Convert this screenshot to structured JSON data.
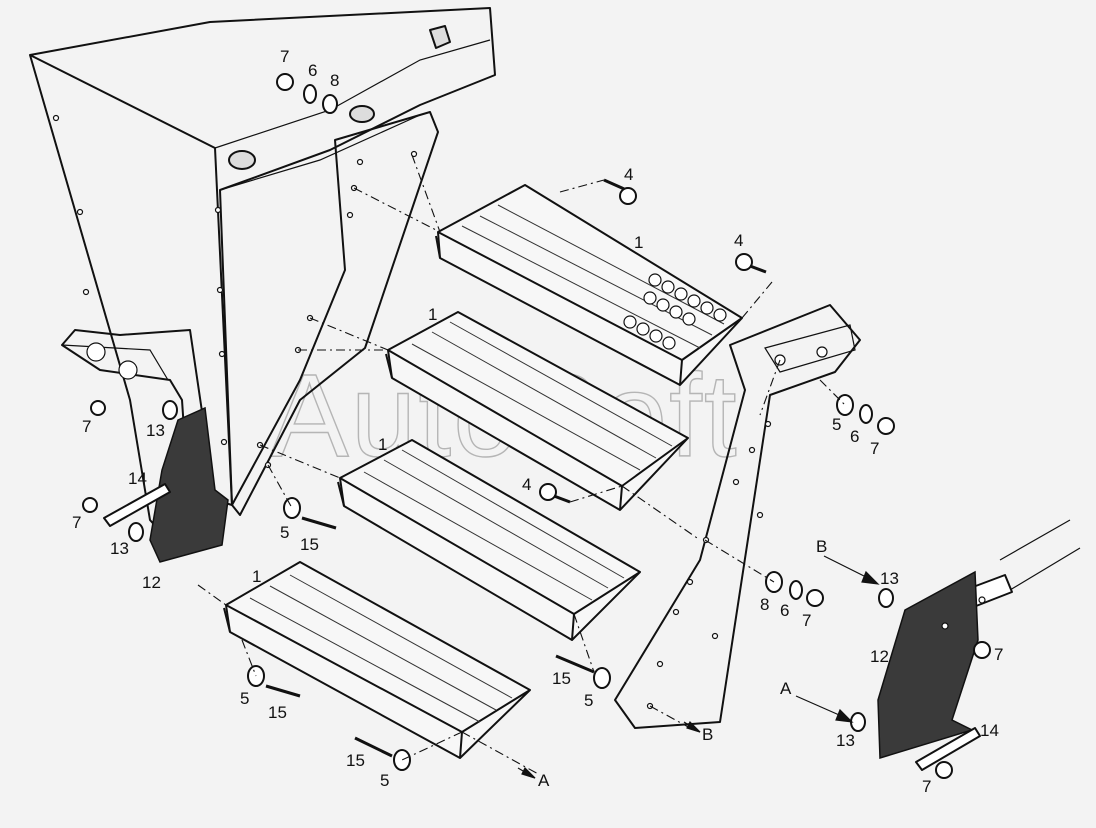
{
  "watermark": "AutoSoft",
  "callouts": {
    "c1a": "1",
    "c1b": "1",
    "c1c": "1",
    "c1d": "1",
    "c4a": "4",
    "c4b": "4",
    "c4c": "4",
    "c5a": "5",
    "c5b": "5",
    "c5c": "5",
    "c5d": "5",
    "c5e": "5",
    "c6a": "6",
    "c6b": "6",
    "c6c": "6",
    "c7a": "7",
    "c7b": "7",
    "c7c": "7",
    "c7d": "7",
    "c7e": "7",
    "c7f": "7",
    "c7g": "7",
    "c8a": "8",
    "c8b": "8",
    "c12a": "12",
    "c12b": "12",
    "c13a": "13",
    "c13b": "13",
    "c13c": "13",
    "c13d": "13",
    "c14a": "14",
    "c14b": "14",
    "c15a": "15",
    "c15b": "15",
    "c15c": "15",
    "c15d": "15"
  },
  "view_markers": {
    "a_arrow_1": "A",
    "a_arrow_2": "A",
    "b_arrow_1": "B",
    "b_arrow_2": "B"
  }
}
